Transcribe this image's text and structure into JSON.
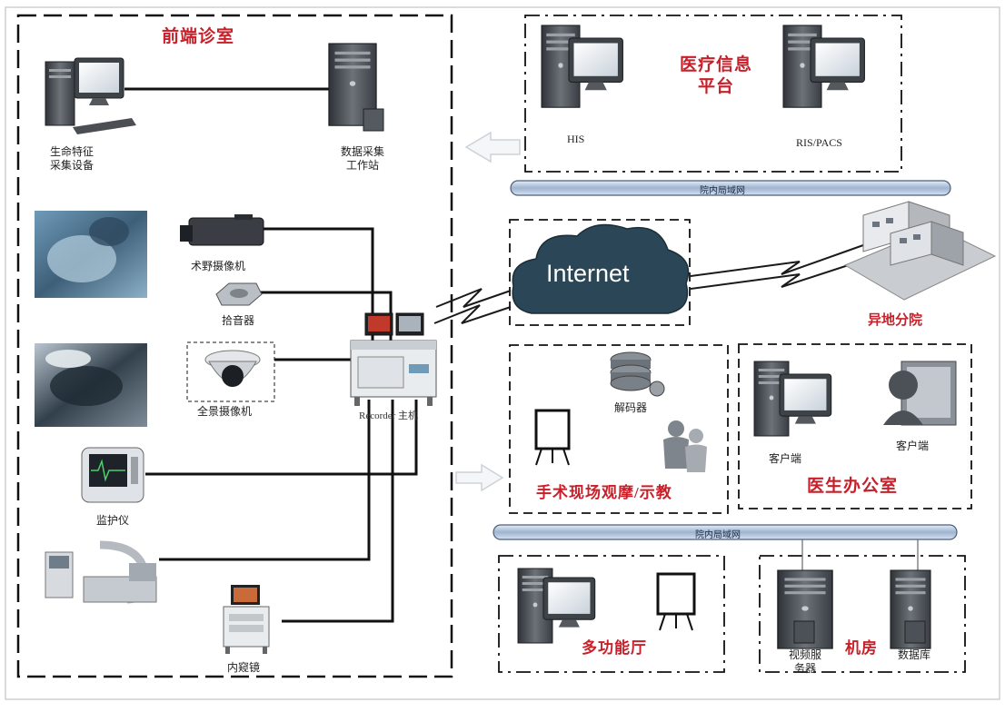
{
  "zones": {
    "front_room": "前端诊室",
    "medical_platform": "医疗信息\n平台",
    "remote_branch": "异地分院",
    "surgery_demo": "手术现场观摩/示教",
    "doctor_office": "医生办公室",
    "multifunction_hall": "多功能厅",
    "machine_room": "机房"
  },
  "devices": {
    "vital_sign": "生命特征\n采集设备",
    "data_workstation": "数据采集\n工作站",
    "field_camera": "术野摄像机",
    "sound_pickup": "拾音器",
    "panorama_camera": "全景摄像机",
    "monitor": "监护仪",
    "recorder_host": "Recorder 主机",
    "endoscope": "内窥镜",
    "his": "HIS",
    "ris_pacs": "RIS/PACS",
    "decoder": "解码器",
    "client_1": "客户端",
    "client_2": "客户端",
    "video_server": "视频服\n务器",
    "database": "数据库"
  },
  "network": {
    "internet": "Internet",
    "lan_upper": "院内局域网",
    "lan_lower": "院内局域网"
  },
  "colors": {
    "accent": "#c8202a",
    "cloud": "#2b4656",
    "bus": "#b8c8de",
    "line": "#111111"
  }
}
